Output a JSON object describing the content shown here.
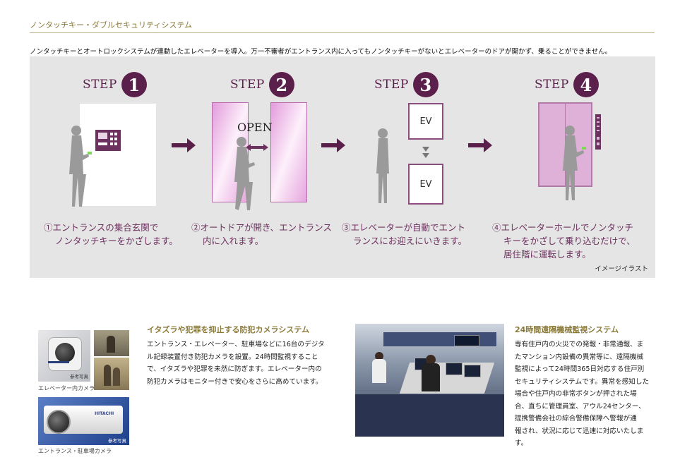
{
  "header": {
    "title": "ノンタッチキー・ダブルセキュリティシステム",
    "intro": "ノンタッチキーとオートロックシステムが連動したエレベーターを導入。万一不審者がエントランス内に入ってもノンタッチキーがないとエレベーターのドアが開かず、乗ることができません。"
  },
  "steps": [
    {
      "word": "STEP",
      "num": "1",
      "caption_lines": [
        "①エントランスの集合玄関で",
        "ノンタッチキーをかざします。"
      ]
    },
    {
      "word": "STEP",
      "num": "2",
      "caption_lines": [
        "②オートドアが開き、エントランス",
        "内に入れます。"
      ],
      "door_label": "OPEN"
    },
    {
      "word": "STEP",
      "num": "3",
      "caption_lines": [
        "③エレベーターが自動でエント",
        "ランスにお迎えにいきます。"
      ],
      "ev_top": "EV",
      "ev_bottom": "EV"
    },
    {
      "word": "STEP",
      "num": "4",
      "caption_lines": [
        "④エレベーターホールでノンタッチ",
        "キーをかざして乗り込むだけで、",
        "居住階に運転します。"
      ]
    }
  ],
  "illustration_note": "イメージイラスト",
  "camera_section": {
    "title": "イタズラや犯罪を抑止する防犯カメラシステム",
    "body_lines": [
      "エントランス・エレベーター、駐車場などに16台のデジタ",
      "ル記録装置付き防犯カメラを設置。24時間監視すること",
      "で、イタズラや犯罪を未然に防ぎます。エレベーター内の",
      "防犯カメラはモニター付きで安心をさらに高めています。"
    ],
    "photo1_caption": "エレベーター内カメラ",
    "photo2_caption": "エントランス・駐車場カメラ",
    "sample_label": "参考写真",
    "camera_brand": "HITACHI"
  },
  "monitor_section": {
    "title": "24時間遠隔機械監視システム",
    "body_lines": [
      "専有住戸内の火災での発報・非常通報、ま",
      "たマンション内設備の異常等に、遠隔機械",
      "監視によって24時間365日対応する住戸別",
      "セキュリティシステムです。異常を感知した",
      "場合や住戸内の非常ボタンが押された場",
      "合、直ちに管理員室、アウル24センター、",
      "提携警備会社の綜合警備保障へ警報が通",
      "報され、状況に応じて迅速に対応いたしま",
      "す。"
    ]
  },
  "colors": {
    "accent": "#5a1f4a",
    "caption": "#6d3160",
    "gold": "#8a7a3a",
    "panel": "#e6e5e5",
    "door": "#e6b8e0"
  }
}
